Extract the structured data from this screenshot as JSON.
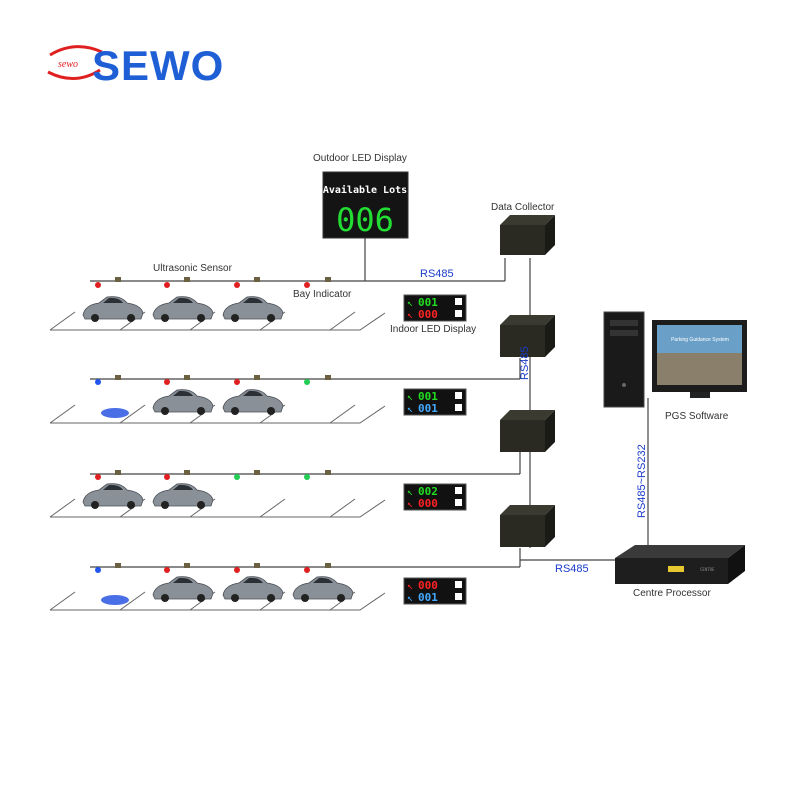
{
  "brand": {
    "name": "SEWO",
    "emblem_text": "sewo",
    "colors": {
      "blue": "#1f5fd6",
      "red": "#e02020"
    }
  },
  "labels": {
    "outdoor_display": "Outdoor LED Display",
    "data_collector": "Data Collector",
    "ultrasonic_sensor": "Ultrasonic Sensor",
    "bay_indicator": "Bay Indicator",
    "indoor_display": "Indoor LED Display",
    "pgs_software": "PGS Software",
    "centre_processor": "Centre Processor",
    "rs485_top": "RS485",
    "rs485_vertical": "RS485",
    "rs485_bottom": "RS485",
    "rs485_rs232": "RS485~RS232"
  },
  "outdoor_sign": {
    "title": "Available Lots",
    "count": "006"
  },
  "indoor_displays": [
    {
      "line1": "001",
      "line1_dir": "left",
      "line1_color": "#22dd22",
      "line2": "000",
      "line2_dir": "left",
      "line2_color": "#ff2222"
    },
    {
      "line1": "001",
      "line1_dir": "left",
      "line1_color": "#22dd22",
      "line2": "001",
      "line2_dir": "left",
      "line2_color": "#44aaff"
    },
    {
      "line1": "002",
      "line1_dir": "left",
      "line1_color": "#22dd22",
      "line2": "000",
      "line2_dir": "left",
      "line2_color": "#ff2222"
    },
    {
      "line1": "000",
      "line1_dir": "left",
      "line1_color": "#ff2222",
      "line2": "001",
      "line2_dir": "left",
      "line2_color": "#44aaff"
    }
  ],
  "monitor_text": "Parking Guidance System",
  "processor_panel": "CENTRE"
}
